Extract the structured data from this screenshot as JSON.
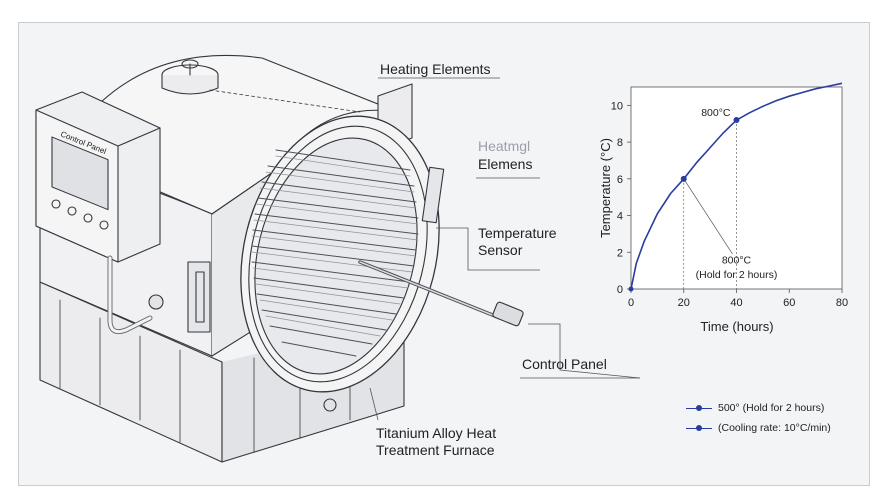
{
  "labels": {
    "heating_elements": "Heating Elements",
    "heating_ghost": "Heatmgl",
    "elemens": "Elemens",
    "temperature": "Temperature",
    "sensor": "Sensor",
    "control_panel": "Control Panel",
    "furnace_line1": "Titanium Alloy Heat",
    "furnace_line2": "Treatment Furnace",
    "panel_title": "Control Panel"
  },
  "chart_data": {
    "type": "line",
    "xlabel": "Time (hours)",
    "ylabel": "Temperature (°C)",
    "xlim": [
      0,
      80
    ],
    "ylim": [
      0,
      11
    ],
    "x_ticks": [
      0,
      20,
      40,
      60,
      80
    ],
    "y_ticks": [
      0,
      2,
      4,
      6,
      8,
      10
    ],
    "series": [
      {
        "x": [
          0,
          2,
          5,
          10,
          15,
          20,
          25,
          30,
          35,
          40,
          45,
          50,
          55,
          60,
          65,
          70,
          75,
          80
        ],
        "y": [
          0,
          1.4,
          2.6,
          4.1,
          5.2,
          6.0,
          6.9,
          7.7,
          8.5,
          9.2,
          9.6,
          9.95,
          10.25,
          10.5,
          10.7,
          10.9,
          11.05,
          11.2
        ]
      }
    ],
    "markers": [
      {
        "x": 20,
        "y": 6.0
      },
      {
        "x": 40,
        "y": 9.2
      }
    ],
    "annotations": [
      {
        "text": "800°C",
        "x": 40,
        "y": 9.2
      },
      {
        "text": "800°C",
        "x": 40,
        "y": 1.4
      },
      {
        "text": "(Hold for 2 hours)",
        "x": 40,
        "y": 0.6
      }
    ],
    "legend": {
      "position": "bottom-right",
      "entries": [
        "500° (Hold for 2 hours)",
        "(Cooling rate: 10°C/min)"
      ]
    },
    "colors": {
      "line": "#2a3c9e"
    }
  }
}
